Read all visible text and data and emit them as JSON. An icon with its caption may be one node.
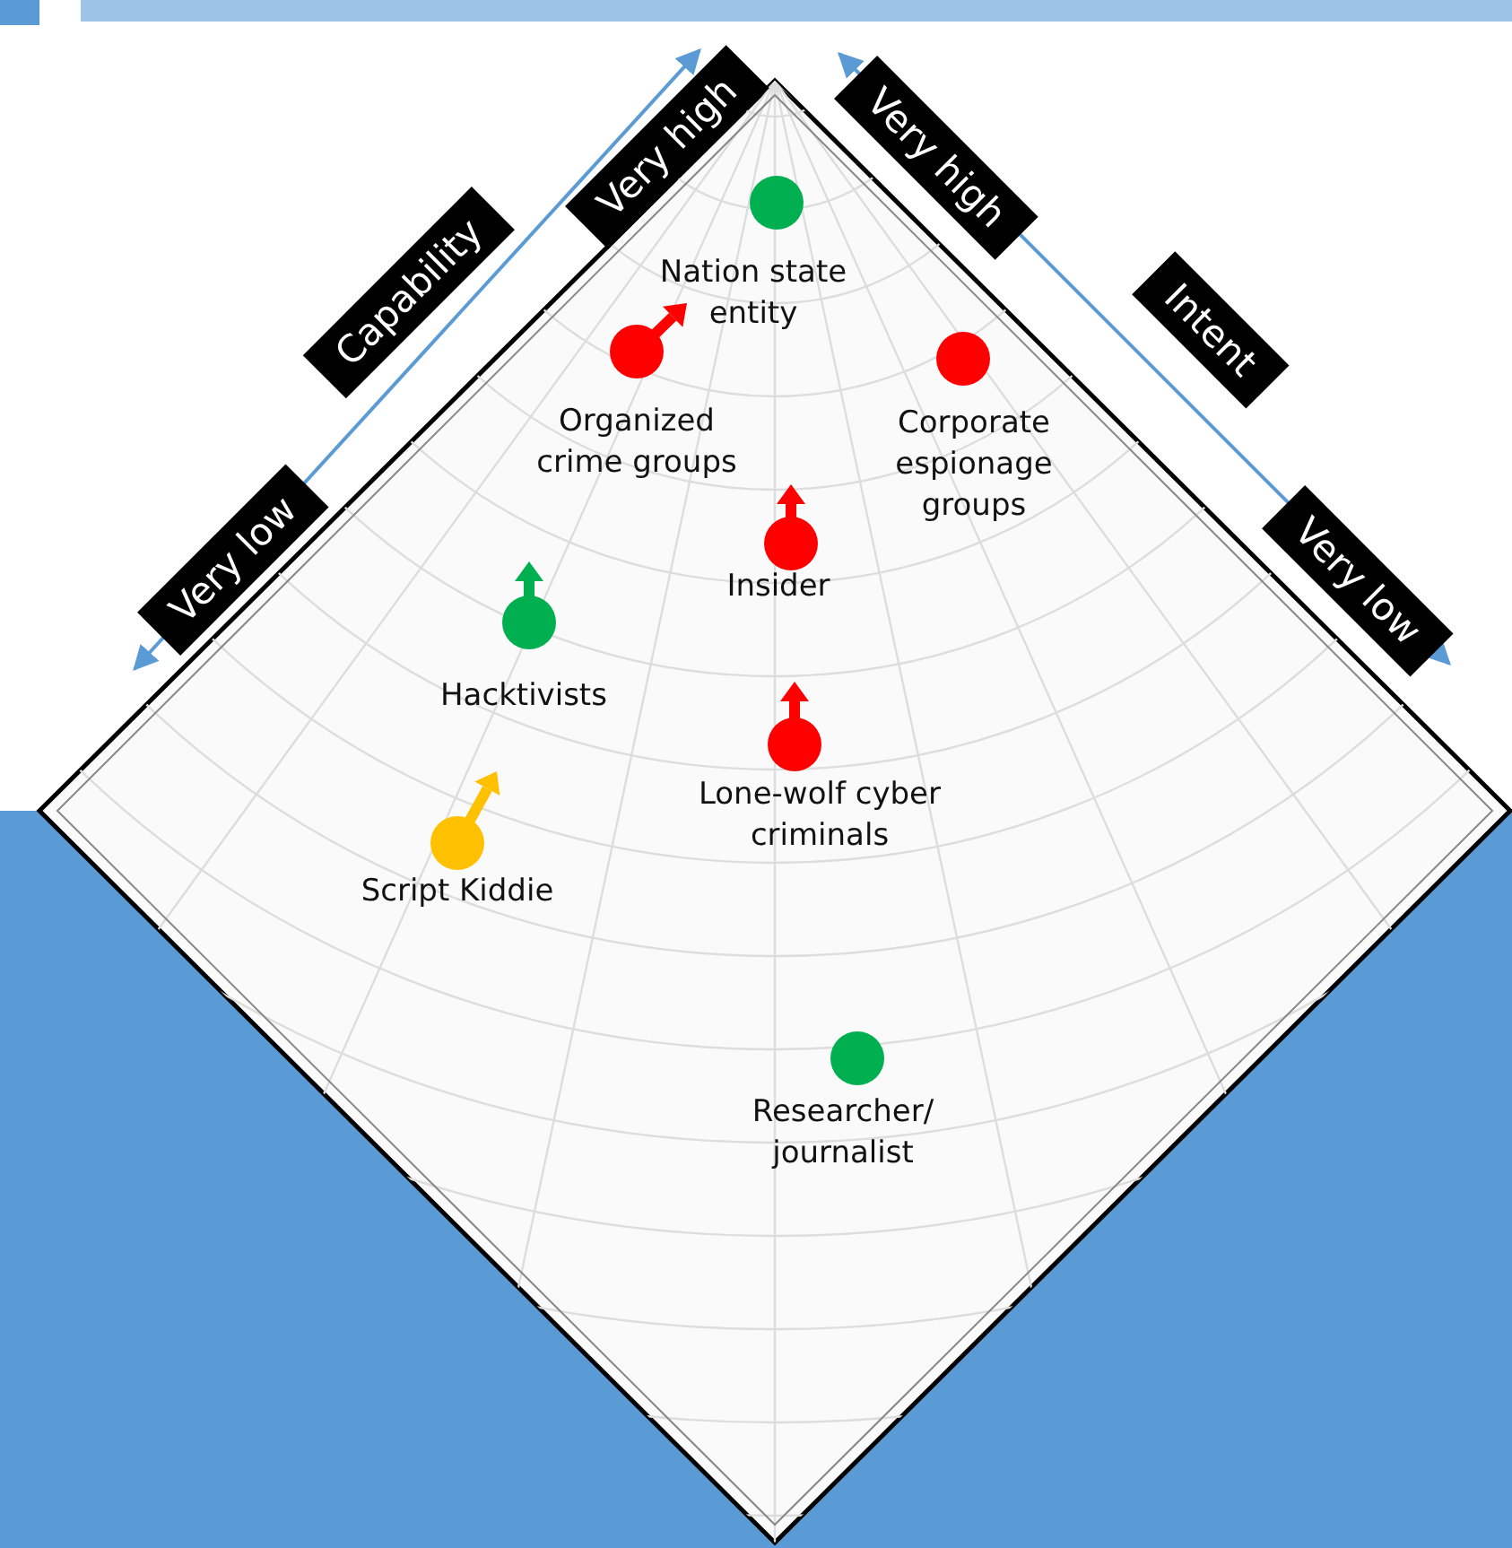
{
  "diagram": {
    "labels": [
      "Very low",
      "Capability",
      "Very high",
      "Very high",
      "Intent",
      "Very low",
      "Nation state entity",
      "Organized crime groups",
      "Corporate espionage groups",
      "Insider",
      "Hacktivists",
      "Lone-wolf cyber criminals",
      "Script Kiddie",
      "Researcher/ journalist"
    ]
  }
}
